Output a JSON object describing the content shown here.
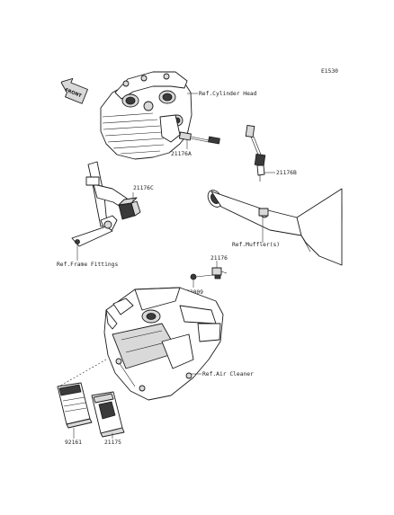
{
  "diagram_code": "E1530",
  "front_indicator": "FRONT",
  "callouts": {
    "cylinder_head_ref": "Ref.Cylinder Head",
    "part_21176A": "21176A",
    "part_21176B": "21176B",
    "part_21176C": "21176C",
    "muffler_ref": "Ref.Muffler(s)",
    "frame_ref": "Ref.Frame Fittings",
    "part_21176": "21176",
    "part_92009": "92009",
    "air_cleaner_ref": "Ref.Air Cleaner",
    "part_92161": "92161",
    "part_21175": "21175"
  }
}
